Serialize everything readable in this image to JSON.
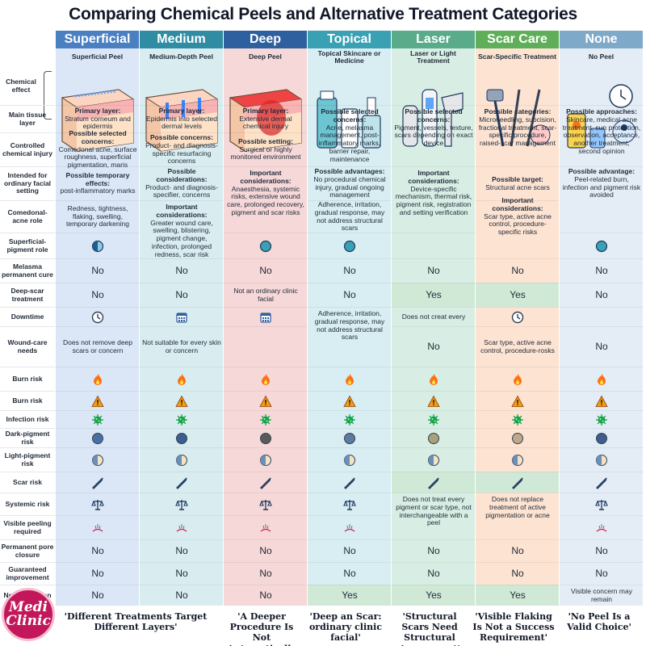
{
  "title": "Comparing Chemical Peels and Alternative Treatment Categories",
  "chemical_effect_label": "Chemical effect",
  "row_labels": [
    "Main tissue layer",
    "Controlled chemical injury",
    "Intended for ordinary facial setting",
    "Comedonal-acne role",
    "Superficial-pigment role",
    "Melasma permanent cure",
    "Deep-scar treatment",
    "Downtime",
    "Wound-care needs",
    "Burn risk",
    "Burn risk",
    "Infection risk",
    "Dark-pigment risk",
    "Light-pigment risk",
    "Scar risk",
    "Systemic risk",
    "Visible peeling required",
    "Permanent pore closure",
    "Guaranteed improvement",
    "No peel option"
  ],
  "columns": [
    {
      "name": "Superficial",
      "subtitle": "Superficial Peel",
      "head_color": "#4a7fc1",
      "bg": "#dbe7f6",
      "text1_b": "Primary layer:",
      "text1": "Stratum corneum and epidermis",
      "text2_b": "Possible selected concerns:",
      "text2": "Comedonal acne, surface roughness, superficial pigmentation, maris",
      "text3_b": "Possible temporary effects:",
      "text3": "post-inflammatory marks",
      "text4": "Redness, tightness, flaking, swelling, temporary darkening",
      "melasma": "No",
      "deep_scar": "No",
      "wound": "Does not remove deep scars or concern",
      "pore": "No",
      "guaranteed": "No",
      "no_peel": "No"
    },
    {
      "name": "Medium",
      "subtitle": "Medium-Depth Peel",
      "head_color": "#2f8ca3",
      "bg": "#d9edf1",
      "text1_b": "Primary layer:",
      "text1": "Epidermis into selected dermal levels",
      "text2_b": "Possible concerns:",
      "text2": "Product- and diagnosis-specific resurfacing concerns",
      "text3_b": "Possible considerations:",
      "text3": "Product- and diagnosis-specifier, concerns",
      "text4_b": "Important considerations:",
      "text4": "Greater wound care, swelling, blistering, pigment change, infection, prolonged redness, scar risk",
      "melasma": "No",
      "deep_scar": "No",
      "wound": "Not suitable for every skin or concern",
      "pore": "No",
      "guaranteed": "No",
      "no_peel": "No"
    },
    {
      "name": "Deep",
      "subtitle": "Deep Peel",
      "head_color": "#2e5f9e",
      "bg": "#f6d8d8",
      "text1_b": "Primary layer:",
      "text1": "Extensive dermal chemical injury",
      "text2_b": "Possible setting:",
      "text2": "Surgical or highly monitored environment",
      "text3_b": "Important considerations:",
      "text3": "Anaesthesia, systemic risks, extensive wound care, prolonged recovery, pigment and scar risks",
      "melasma": "No",
      "deep_scar": "Not an ordinary clinic facial",
      "pore": "No",
      "guaranteed": "No",
      "no_peel": "No"
    },
    {
      "name": "Topical",
      "subtitle": "Topical Skincare or Medicine",
      "head_color": "#3aa0b3",
      "bg": "#d8eef2",
      "text1_b": "Possible selected concerns:",
      "text1": "Acne, melasma management, post-inflammatory marks, barrier repair, maintenance",
      "text2_b": "Possible advantages:",
      "text2": "No procedural chemical injury, gradual ongoing management",
      "text3": "Adherence, irritation, gradual response, may not address structural scars",
      "melasma": "No",
      "deep_scar": "No",
      "downtime_text": "Adherence, irritation, gradual response, may not address structural scars",
      "pore": "No",
      "guaranteed": "No",
      "no_peel": "Yes"
    },
    {
      "name": "Laser",
      "subtitle": "Laser or Light Treatment",
      "head_color": "#5aab8a",
      "bg": "#d8eee4",
      "text1_b": "Possible selected concerns:",
      "text1": "Pigment, vessels, texture, scars depending on exact device",
      "text2_b": "Important considerations:",
      "text2": "Device-specific mechanism, thermal risk, pigment risk, registration and setting verification",
      "melasma": "No",
      "deep_scar": "Yes",
      "downtime_text": "Does not creat every",
      "wound": "No",
      "scar_text": "Does not treat every pigment or scar type, not interchangeable with a peel",
      "pore": "No",
      "guaranteed": "No",
      "no_peel": "Yes"
    },
    {
      "name": "Scar Care",
      "subtitle": "Scar-Specific Treatment",
      "head_color": "#5fae5a",
      "bg": "#fde3d2",
      "text1_b": "Possible categories:",
      "text1": "Microneedling, subcision, fractional treatment, scar-specific procedure, raised-scar management",
      "text2_b": "Possible target:",
      "text2": "Structural acne scars",
      "text3_b": "Important considerations:",
      "text3": "Scar type, active acne control, procedure-specific risks",
      "melasma": "No",
      "deep_scar": "Yes",
      "wound": "Scar type, active acne control, procedure-rosks",
      "scar_text": "Does not replace treatment of active pigmentation or acne",
      "pore": "No",
      "guaranteed": "No",
      "no_peel": "Yes"
    },
    {
      "name": "None",
      "subtitle": "No Peel",
      "head_color": "#7fa9c9",
      "bg": "#e4edf5",
      "text1_b": "Possible approaches:",
      "text1": "Skincare, medical acne treatment, sun protection, observation, acceptance, another treatment, second opinion",
      "text2_b": "Possible advantage:",
      "text2": "Peel-related burn, infection and pigment risk avoided",
      "melasma": "No",
      "deep_scar": "No",
      "wound": "No",
      "pore": "No",
      "guaranteed": "No",
      "no_peel": "Visible concern may remain"
    }
  ],
  "footer_notes": [
    "'Different Treatments Target Different Layers'",
    "'A Deeper Procedure Is Not Automatically Better'",
    "'Deep an Scar: ordinary clinic facial'",
    "'Structural Scars Need Structural Assessment'",
    "'Visible Flaking Is Not a Success Requirement'",
    "'No Peel Is a Valid Choice'"
  ],
  "logo_line1": "Medi",
  "logo_line2": "Clinic",
  "icons": {
    "downtime_superficial": "clock-icon",
    "downtime_medium": "calendar-icon",
    "burn": "flame-icon",
    "warning": "warning-icon",
    "infection": "germ-icon",
    "scar": "scalpel-icon",
    "systemic": "scales-icon",
    "peeling": "peeling-icon"
  }
}
